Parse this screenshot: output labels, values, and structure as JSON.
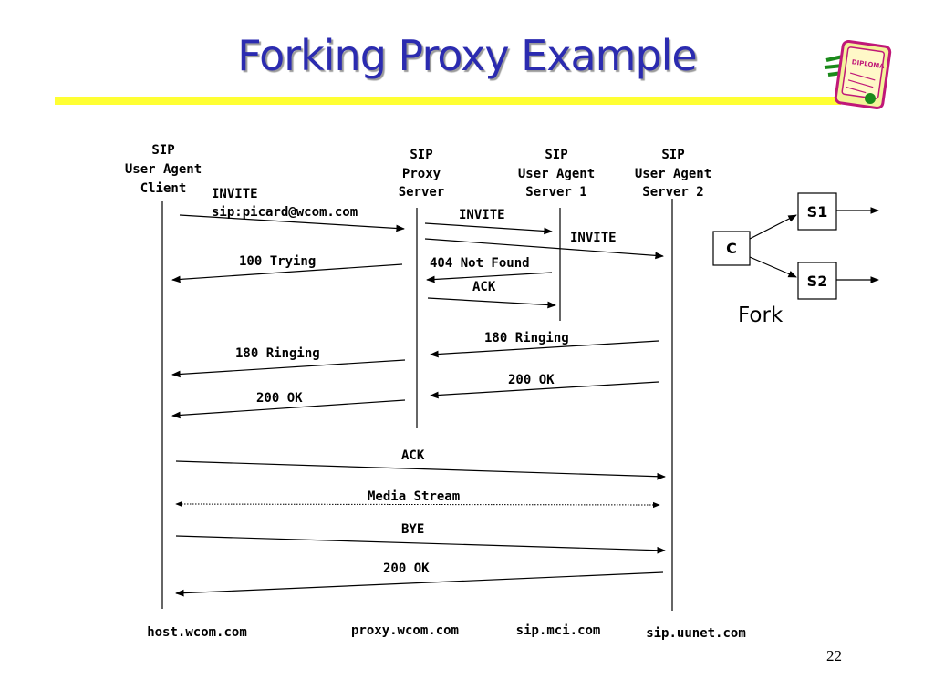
{
  "slide": {
    "title": "Forking Proxy Example",
    "page_number": "22",
    "diploma_text": "DIPLOMA"
  },
  "participants": [
    {
      "id": "uac",
      "line1": "SIP",
      "line2": "User Agent",
      "line3": "Client",
      "host": "host.wcom.com"
    },
    {
      "id": "proxy",
      "line1": "SIP",
      "line2": "Proxy",
      "line3": "Server",
      "host": "proxy.wcom.com"
    },
    {
      "id": "uas1",
      "line1": "SIP",
      "line2": "User Agent",
      "line3": "Server 1",
      "host": "sip.mci.com"
    },
    {
      "id": "uas2",
      "line1": "SIP",
      "line2": "User Agent",
      "line3": "Server 2",
      "host": "sip.uunet.com"
    }
  ],
  "messages": [
    {
      "line1": "INVITE",
      "line2": "sip:picard@wcom.com"
    },
    {
      "line1": "INVITE"
    },
    {
      "line1": "INVITE"
    },
    {
      "line1": "100 Trying"
    },
    {
      "line1": "404 Not Found"
    },
    {
      "line1": "ACK"
    },
    {
      "line1": "180 Ringing"
    },
    {
      "line1": "180 Ringing"
    },
    {
      "line1": "200 OK"
    },
    {
      "line1": "200 OK"
    },
    {
      "line1": "ACK"
    },
    {
      "line1": "Media Stream"
    },
    {
      "line1": "BYE"
    },
    {
      "line1": "200 OK"
    }
  ],
  "fork": {
    "client_box": "C",
    "server1_box": "S1",
    "server2_box": "S2",
    "caption": "Fork"
  }
}
